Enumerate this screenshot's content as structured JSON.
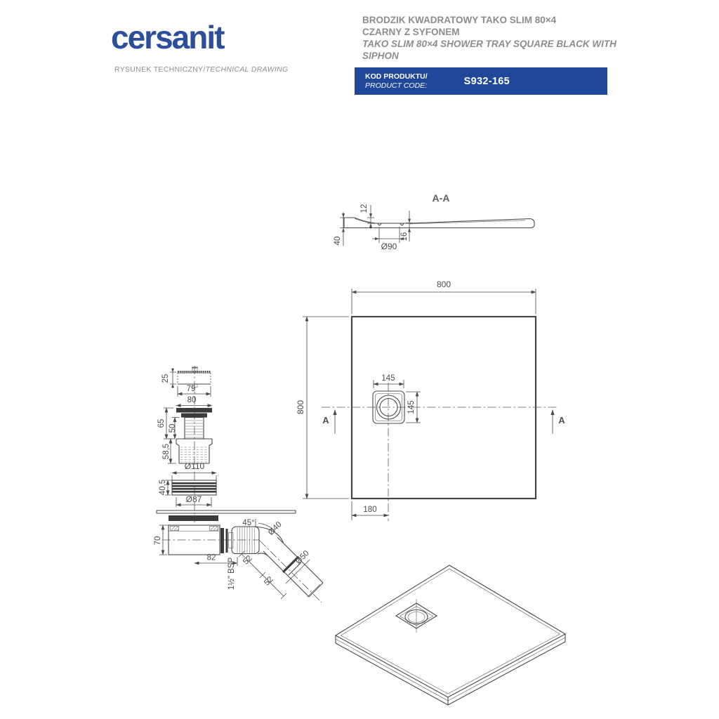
{
  "header": {
    "logo_text": "cersanit",
    "subtitle_pl": "RYSUNEK TECHNICZNY/",
    "subtitle_en": "TECHNICAL DRAWING",
    "title_pl_line1": "BRODZIK KWADRATOWY TAKO SLIM 80×4",
    "title_pl_line2": "CZARNY Z SYFONEM",
    "title_en": "TAKO SLIM 80×4 SHOWER TRAY SQUARE BLACK WITH SIPHON",
    "code_box": {
      "label_pl": "KOD PRODUKTU/",
      "label_en": "PRODUCT CODE:",
      "code": "S932-165",
      "bg_color": "#21479a"
    },
    "logo_color": "#2c4e9b"
  },
  "section_aa": {
    "title": "A-A",
    "dim_depth": "12",
    "dim_height": "40",
    "dim_drain": "Ø90",
    "dim_recess": "16"
  },
  "plan": {
    "dim_width": "800",
    "dim_height": "800",
    "dim_drain_w": "145",
    "dim_drain_h": "145",
    "dim_offset": "180",
    "marker": "A"
  },
  "siphon": {
    "dim_25": "25",
    "dim_79": "79",
    "dim_80": "80",
    "dim_65": "65",
    "dim_50": "50",
    "dim_585": "58,5",
    "dim_110": "Ø110",
    "dim_405": "40,5",
    "dim_87": "Ø87",
    "dim_70": "70",
    "dim_82": "82",
    "dim_angle": "45°",
    "dim_pipe": "Ø40",
    "dim_52": "52",
    "dim_out": "Ø50",
    "thread": "1½\" BSP"
  }
}
